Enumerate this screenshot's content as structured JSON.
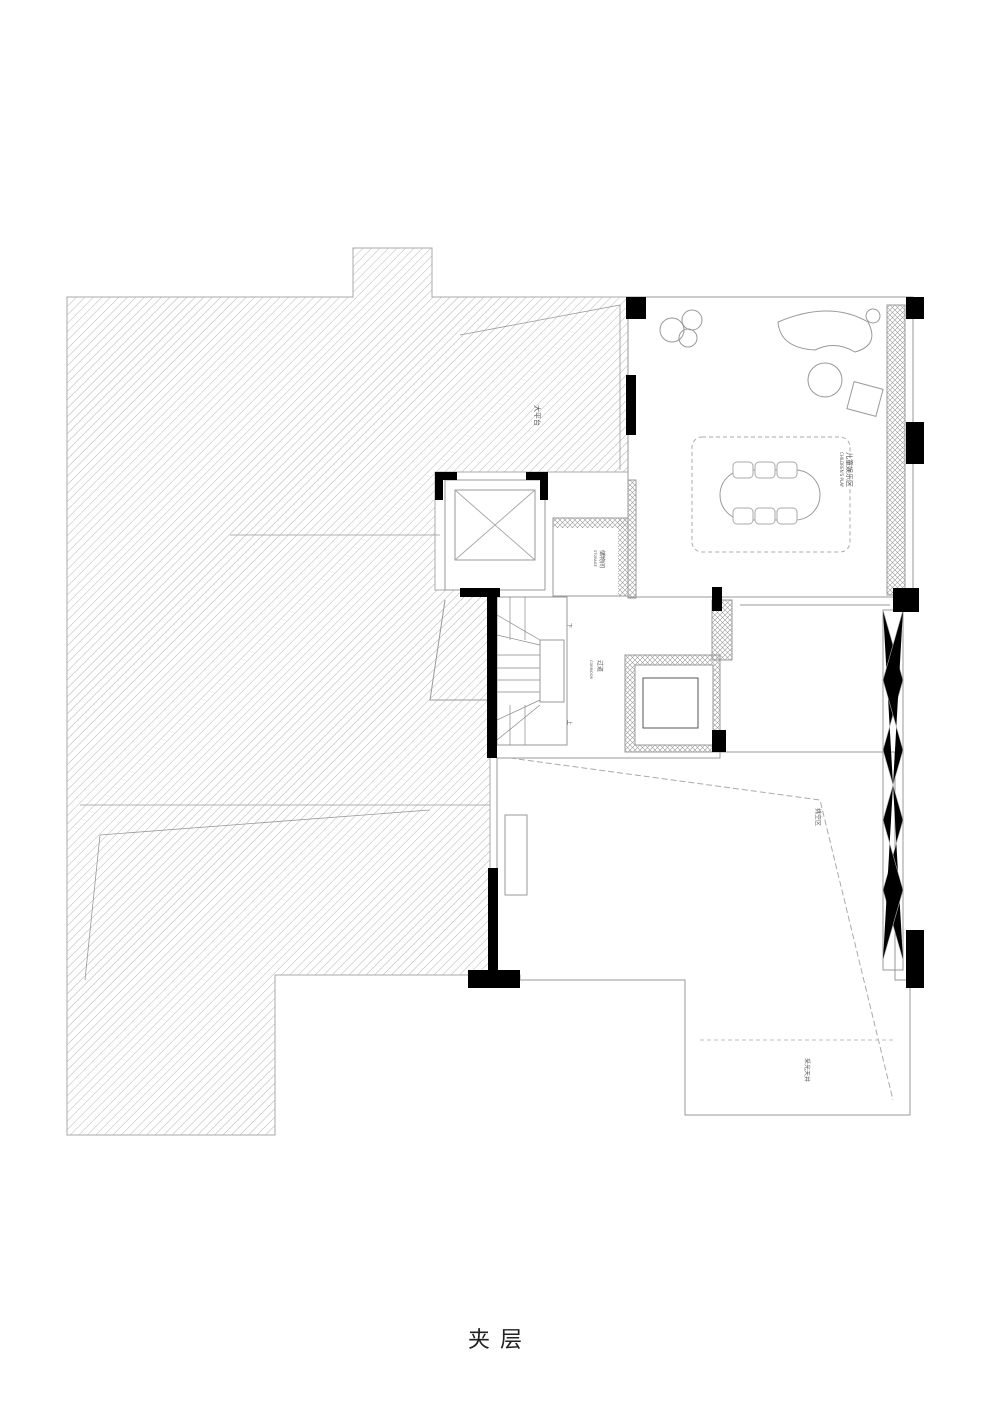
{
  "drawing": {
    "title": "夹层",
    "rooms": {
      "terrace": "大平台",
      "kids_area": "儿童娱乐区",
      "kids_area_en": "CHILDREN'S PLAY",
      "storage": "储物间",
      "storage_en": "STORAGE",
      "corridor": "过道",
      "corridor_en": "CORRIDOR",
      "void": "挑空区",
      "skylight": "采光天井"
    },
    "stair_marks": {
      "down": "下",
      "up": "上"
    },
    "colors": {
      "wall": "#000000",
      "line": "#9a9a9a",
      "hatch": "#b5b5b5"
    }
  }
}
